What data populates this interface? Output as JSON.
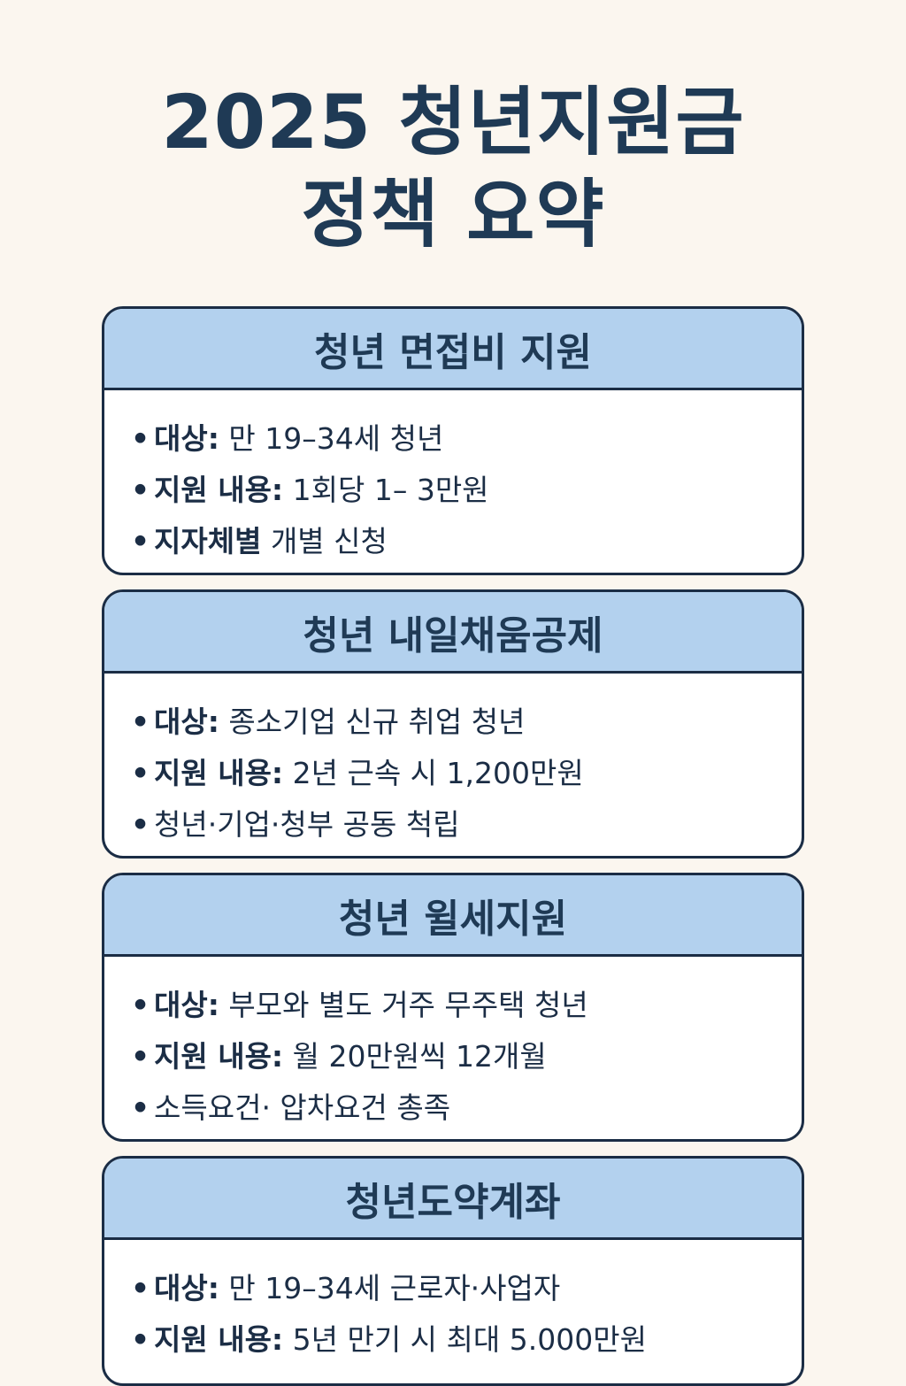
{
  "title": {
    "line1": "2025 청년지원금",
    "line2": "정책 요약"
  },
  "bullet_glyph": "•",
  "cards": [
    {
      "title": "청년 면접비 지원",
      "items": [
        {
          "label": "대상:",
          "text": " 만 19–34세 청년"
        },
        {
          "label": "지원 내용:",
          "text": " 1회당 1– 3만원"
        },
        {
          "label": "지자체별",
          "text": " 개별 신청"
        }
      ]
    },
    {
      "title": "청년 내일채움공제",
      "items": [
        {
          "label": "대상:",
          "text": " 종소기업 신규 취업 청년"
        },
        {
          "label": "지원 내용:",
          "text": " 2년 근속 시 1,200만원"
        },
        {
          "label": "",
          "text": "청년·기업·청부 공동 척립"
        }
      ]
    },
    {
      "title": "청년 윌세지원",
      "items": [
        {
          "label": "대상:",
          "text": " 부모와 별도 거주 무주택 청년"
        },
        {
          "label": "지원 내용:",
          "text": " 월 20만원씩 12개월"
        },
        {
          "label": "",
          "text": "소득요건· 압차요건 총족"
        }
      ]
    },
    {
      "title": "청년도약계좌",
      "items": [
        {
          "label": "대상:",
          "text": " 만 19–34세 근로자·사업자"
        },
        {
          "label": "지원 내용:",
          "text": " 5년 만기 시 최대 5.000만원"
        }
      ]
    }
  ]
}
